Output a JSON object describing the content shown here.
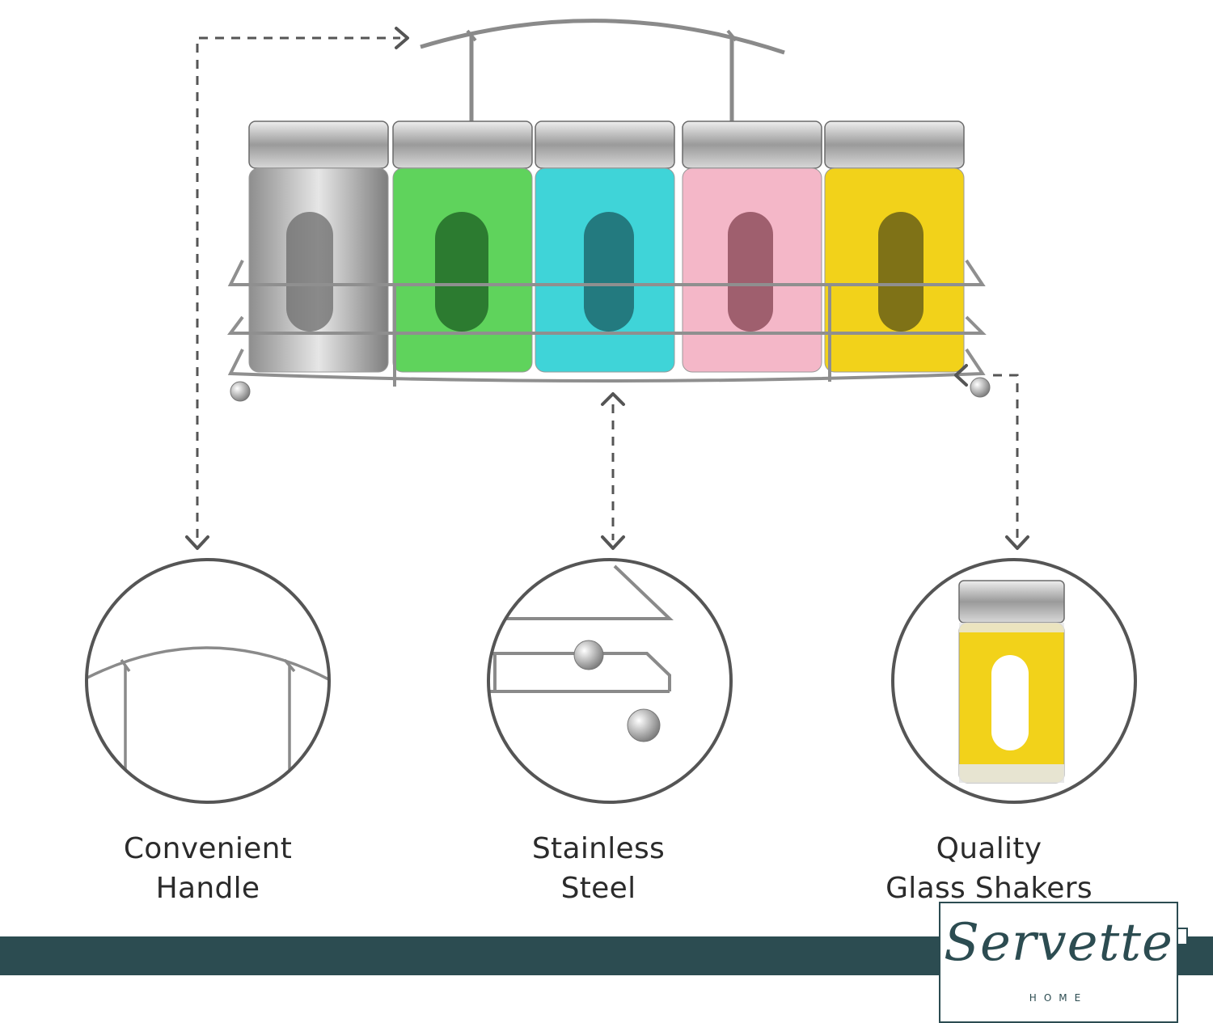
{
  "colors": {
    "accent_dark_teal": "#2c4c51",
    "jar_stainless": "#b8b8b8",
    "jar_green": "#5fd35c",
    "jar_teal": "#3fd4d8",
    "jar_pink": "#f4b7c8",
    "jar_yellow": "#f2d21a"
  },
  "product": {
    "jars": [
      "stainless",
      "green",
      "teal",
      "pink",
      "yellow"
    ]
  },
  "features": [
    {
      "line1": "Convenient",
      "line2": "Handle"
    },
    {
      "line1": "Stainless",
      "line2": "Steel"
    },
    {
      "line1": "Quality",
      "line2": "Glass Shakers"
    }
  ],
  "brand": {
    "name": "Servette",
    "sub": "HOME"
  }
}
